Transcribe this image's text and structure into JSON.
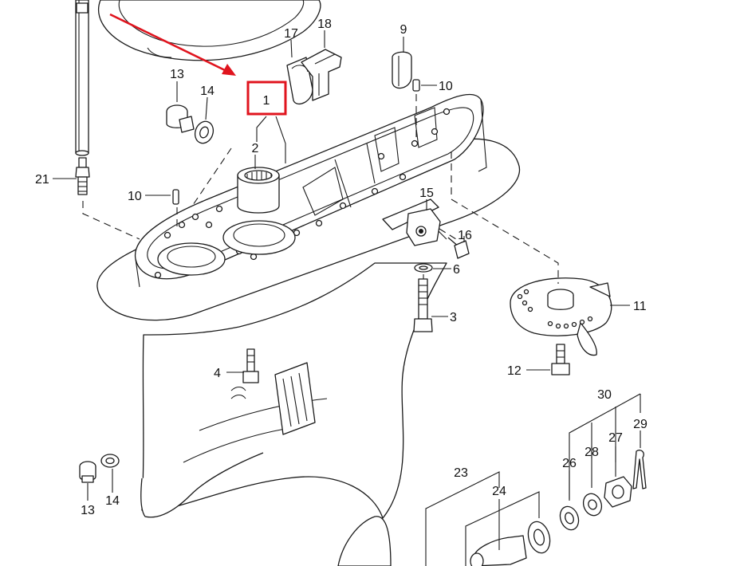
{
  "colors": {
    "line": "#1a1a1a",
    "background": "#ffffff",
    "highlight": "#e0141e"
  },
  "highlight": {
    "label": "1",
    "arrow": "red-arrow"
  },
  "callouts": {
    "c1": "1",
    "c2": "2",
    "c3": "3",
    "c4": "4",
    "c6": "6",
    "c9": "9",
    "c10a": "10",
    "c10b": "10",
    "c11": "11",
    "c12": "12",
    "c13a": "13",
    "c13b": "13",
    "c14a": "14",
    "c14b": "14",
    "c15": "15",
    "c16": "16",
    "c17": "17",
    "c18": "18",
    "c21": "21",
    "c23": "23",
    "c24": "24",
    "c26": "26",
    "c27": "27",
    "c28": "28",
    "c29": "29",
    "c30": "30"
  }
}
